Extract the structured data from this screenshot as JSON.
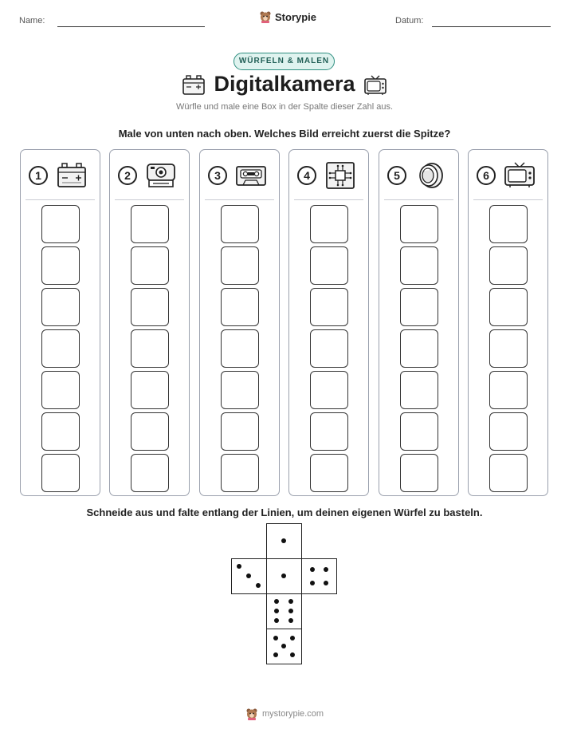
{
  "header": {
    "name_label": "Name:",
    "date_label": "Datum:",
    "brand": "Storypie"
  },
  "badge": "WÜRFELN & MALEN",
  "title": "Digitalkamera",
  "subtitle": "Würfle und male eine Box in der Spalte dieser Zahl aus.",
  "instruction": "Male von unten nach oben. Welches Bild erreicht zuerst die Spitze?",
  "columns": [
    {
      "number": "1",
      "icon": "car-battery-icon",
      "boxes": 7
    },
    {
      "number": "2",
      "icon": "instant-camera-icon",
      "boxes": 7
    },
    {
      "number": "3",
      "icon": "cassette-tape-icon",
      "boxes": 7
    },
    {
      "number": "4",
      "icon": "microchip-icon",
      "boxes": 7
    },
    {
      "number": "5",
      "icon": "camera-lens-icon",
      "boxes": 7
    },
    {
      "number": "6",
      "icon": "retro-tv-icon",
      "boxes": 7
    }
  ],
  "cut_instruction": "Schneide aus und falte entlang der Linien, um deinen eigenen Würfel zu basteln.",
  "die_faces": [
    1,
    3,
    1,
    4,
    6,
    5
  ],
  "footer": "mystorypie.com",
  "colors": {
    "badge_border": "#2f8f80",
    "badge_fill": "#dff3ef",
    "column_border": "#9aa0ad"
  }
}
